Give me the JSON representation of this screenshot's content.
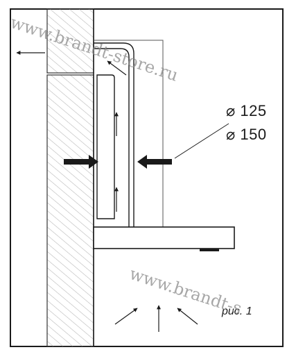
{
  "labels": {
    "diameter_1": "⌀ 125",
    "diameter_2": "⌀ 150",
    "figure_caption": "рис. 1"
  },
  "watermarks": {
    "top": "www.brandt-store.ru",
    "bottom": "www.brandt-s"
  },
  "colors": {
    "line": "#1a1a1a",
    "hatch": "#b5b5b5",
    "watermark": "#8a8a8a"
  }
}
